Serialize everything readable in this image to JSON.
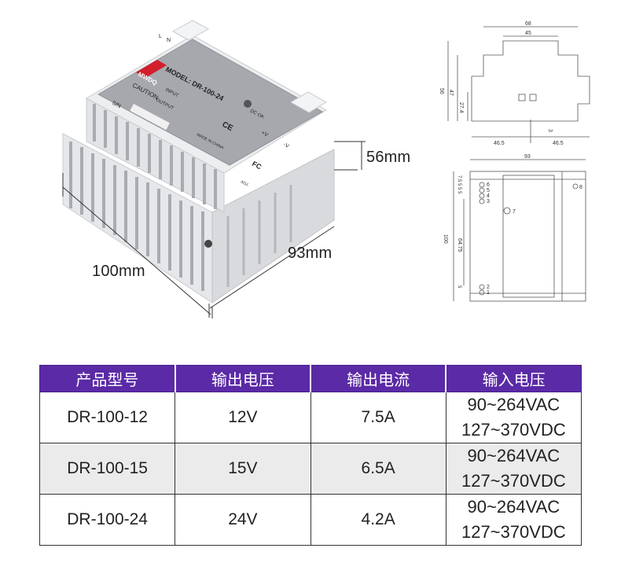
{
  "photo": {
    "brand": "MWDQ",
    "model_text": "MODEL: DR-100-24",
    "caution_text": "CAUTION",
    "input_text": "INPUT",
    "output_text": "OUTPUT",
    "dcok_text": "DC OK",
    "plus_v": "+V",
    "minus_v": "-V",
    "sn_text": "S/N",
    "made_text": "MADE IN CHINA",
    "adj_text": "ADJ.",
    "terminal_l": "L",
    "terminal_n": "N",
    "ce_mark": "CE",
    "fc_mark": "FC"
  },
  "dimensions": {
    "height": "56mm",
    "depth": "93mm",
    "width": "100mm"
  },
  "drawing_top": {
    "overall_width": "68",
    "inner_width": "45",
    "height_total": "56",
    "height_body": "47",
    "height_rail": "27.4",
    "half_left": "46.5",
    "half_right": "46.5",
    "rail_gap": "3"
  },
  "drawing_side": {
    "overall_width": "93",
    "height": "100",
    "inner_height": "64.75",
    "pitch_top": "7.5 5 5 5",
    "pitch_bottom": "5",
    "pins_top": [
      "6",
      "5",
      "4",
      "3"
    ],
    "pins_bottom": [
      "2",
      "1"
    ],
    "pot_label": "7",
    "led_label": "8"
  },
  "table": {
    "headers": [
      "产品型号",
      "输出电压",
      "输出电流",
      "输入电压"
    ],
    "rows": [
      {
        "model": "DR-100-12",
        "voltage": "12V",
        "current": "7.5A",
        "input_ac": "90~264VAC",
        "input_dc": "127~370VDC"
      },
      {
        "model": "DR-100-15",
        "voltage": "15V",
        "current": "6.5A",
        "input_ac": "90~264VAC",
        "input_dc": "127~370VDC"
      },
      {
        "model": "DR-100-24",
        "voltage": "24V",
        "current": "4.2A",
        "input_ac": "90~264VAC",
        "input_dc": "127~370VDC"
      }
    ]
  },
  "colors": {
    "header_bg": "#5b2aa6",
    "alt_row_bg": "#ebebeb",
    "brand_red": "#d21f2b"
  }
}
